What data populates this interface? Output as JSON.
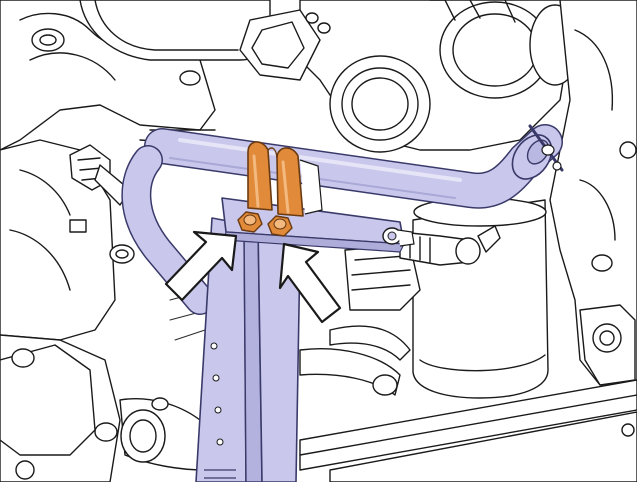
{
  "colors": {
    "background": "#ffffff",
    "line": "#1a1a1a",
    "highlight_fill": "#c9c8ec",
    "highlight_stroke": "#3a3a6a",
    "clamp_fill": "#e08a3a",
    "clamp_stroke": "#6a3a10",
    "arrow_fill": "#ffffff"
  },
  "parts": {
    "highlighted": [
      "coolant-tube",
      "support-bracket"
    ],
    "accent": [
      "p-clamps",
      "clamp-nuts"
    ],
    "callout_arrows": 2
  }
}
